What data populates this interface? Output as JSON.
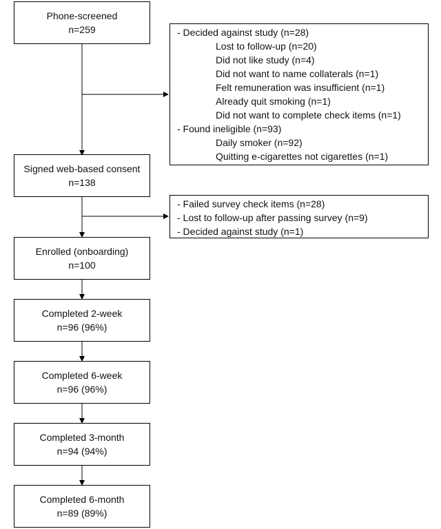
{
  "flow": [
    {
      "id": "phone-screened",
      "label": "Phone-screened",
      "count": "n=259"
    },
    {
      "id": "signed-consent",
      "label": "Signed web-based consent",
      "count": "n=138"
    },
    {
      "id": "enrolled",
      "label": "Enrolled (onboarding)",
      "count": "n=100"
    },
    {
      "id": "completed-2-week",
      "label": "Completed 2-week",
      "count": "n=96 (96%)"
    },
    {
      "id": "completed-6-week",
      "label": "Completed 6-week",
      "count": "n=96 (96%)"
    },
    {
      "id": "completed-3-month",
      "label": "Completed 3-month",
      "count": "n=94 (94%)"
    },
    {
      "id": "completed-6-month",
      "label": "Completed 6-month",
      "count": "n=89 (89%)"
    }
  ],
  "exclusion_1": {
    "lines": [
      {
        "text": "- Decided against study (n=28)",
        "indent": false
      },
      {
        "text": "Lost to follow-up (n=20)",
        "indent": true
      },
      {
        "text": "Did not like study (n=4)",
        "indent": true
      },
      {
        "text": "Did not want to name collaterals (n=1)",
        "indent": true
      },
      {
        "text": "Felt remuneration was insufficient (n=1)",
        "indent": true
      },
      {
        "text": "Already quit smoking (n=1)",
        "indent": true
      },
      {
        "text": "Did not want to complete check items (n=1)",
        "indent": true
      },
      {
        "text": "- Found ineligible (n=93)",
        "indent": false
      },
      {
        "text": "Daily smoker (n=92)",
        "indent": true
      },
      {
        "text": "Quitting e-cigarettes not cigarettes (n=1)",
        "indent": true
      }
    ]
  },
  "exclusion_2": {
    "lines": [
      {
        "text": "- Failed survey check items (n=28)",
        "indent": false
      },
      {
        "text": "- Lost to follow-up after passing survey (n=9)",
        "indent": false
      },
      {
        "text": "- Decided against study (n=1)",
        "indent": false
      }
    ]
  }
}
